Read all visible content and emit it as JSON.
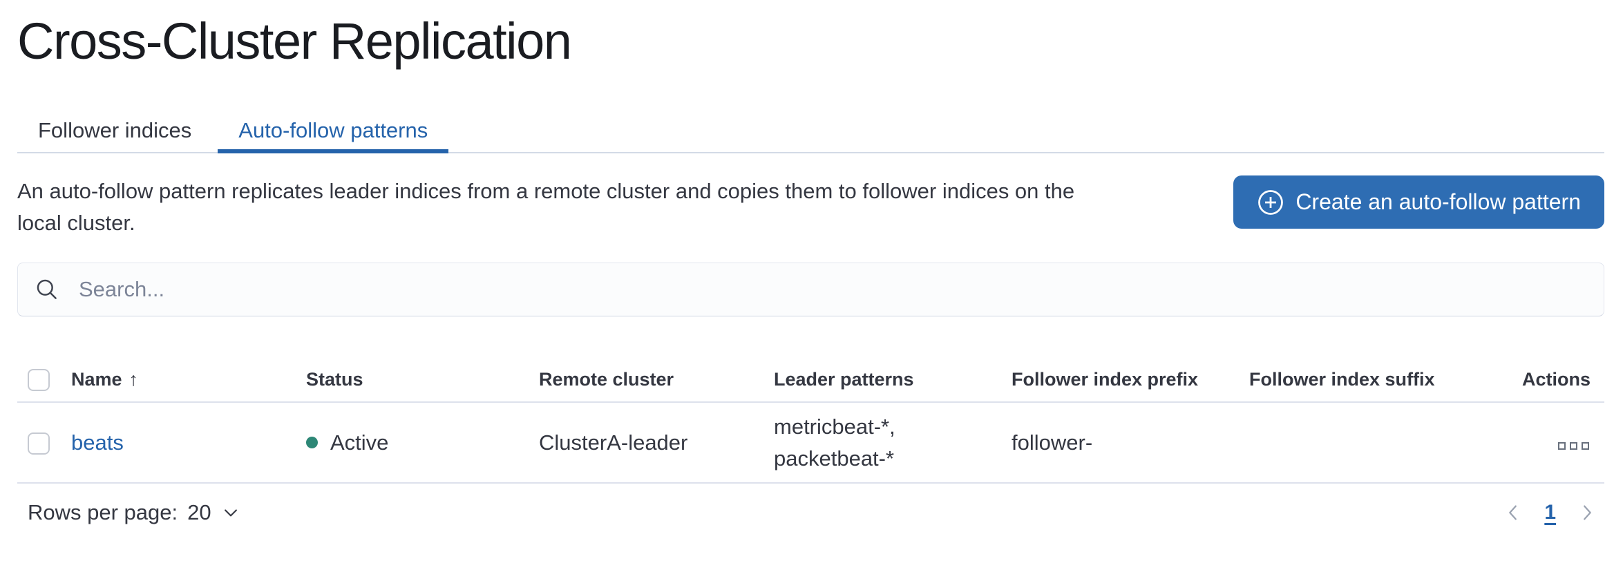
{
  "page": {
    "title": "Cross-Cluster Replication"
  },
  "tabs": [
    {
      "label": "Follower indices",
      "active": false
    },
    {
      "label": "Auto-follow patterns",
      "active": true
    }
  ],
  "intro": {
    "description_lines": [
      "An auto-follow pattern replicates leader indices from a remote cluster and copies them to follower indices on the",
      "local cluster."
    ],
    "description_full": "An auto-follow pattern replicates leader indices from a remote cluster and copies them to follower indices on the local cluster.",
    "create_button_label": "Create an auto-follow pattern"
  },
  "search": {
    "placeholder": "Search...",
    "value": ""
  },
  "table": {
    "columns": [
      "Name",
      "Status",
      "Remote cluster",
      "Leader patterns",
      "Follower index prefix",
      "Follower index suffix",
      "Actions"
    ],
    "sort": {
      "column": "Name",
      "direction": "ascending",
      "icon": "↑"
    },
    "rows": [
      {
        "name": "beats",
        "status": "Active",
        "remote_cluster": "ClusterA-leader",
        "leader_patterns": [
          "metricbeat-*,",
          "packetbeat-*"
        ],
        "follower_index_prefix": "follower-",
        "follower_index_suffix": ""
      }
    ]
  },
  "footer": {
    "rows_per_page_label": "Rows per page:",
    "rows_per_page_value": "20",
    "current_page": "1"
  },
  "icons": {
    "create_button": "plus-in-circle-icon",
    "search": "search-icon",
    "sort": "arrow-up-icon",
    "actions": "boxes-horizontal-icon",
    "rows_per_page": "chevron-down-icon",
    "previous_page": "chevron-left-icon",
    "next_page": "chevron-right-icon"
  },
  "colors": {
    "accent_blue": "#2563ab",
    "button_blue": "#2e6db3",
    "status_active_teal": "#2d8776",
    "text": "#343741",
    "muted_gray": "#69707d",
    "border_gray": "#d3dae6",
    "placeholder_gray": "#7d8598"
  }
}
